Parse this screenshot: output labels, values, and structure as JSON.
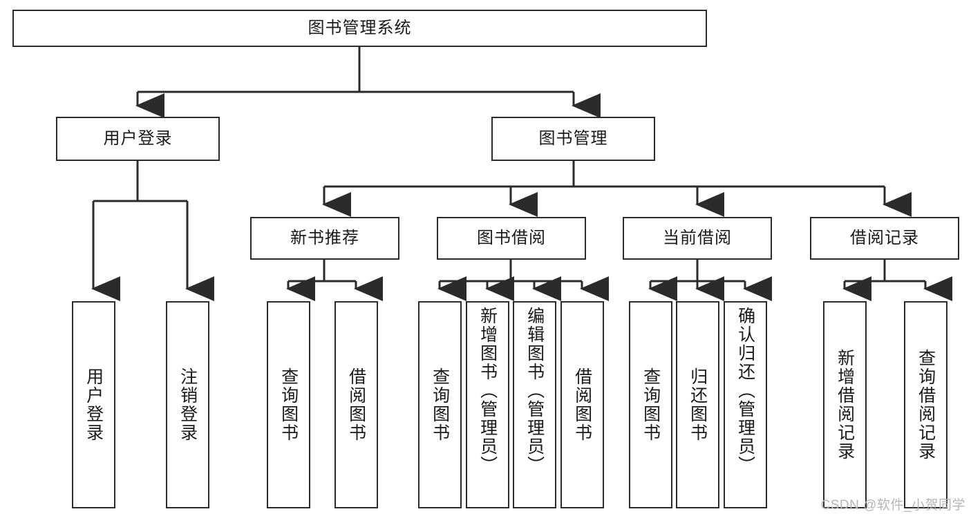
{
  "diagram": {
    "title": "图书管理系统",
    "type": "tree-hierarchy-diagram",
    "colors": {
      "box_border": "#2b2b2b",
      "box_fill": "#ffffff",
      "connector": "#2b2b2b",
      "text": "#1a1a1a",
      "watermark": "#b6b6b6",
      "background": "#ffffff"
    },
    "root": {
      "label": "图书管理系统"
    },
    "level2": [
      {
        "label": "用户登录"
      },
      {
        "label": "图书管理"
      }
    ],
    "level3": [
      {
        "label": "新书推荐"
      },
      {
        "label": "图书借阅"
      },
      {
        "label": "当前借阅"
      },
      {
        "label": "借阅记录"
      }
    ],
    "leaves": {
      "user_login": [
        {
          "label": "用户登录"
        },
        {
          "label": "注销登录"
        }
      ],
      "new_book_recommend": [
        {
          "label": "查询图书"
        },
        {
          "label": "借阅图书"
        }
      ],
      "book_borrow": [
        {
          "label": "查询图书"
        },
        {
          "label": "新增图书（管理员）"
        },
        {
          "label": "编辑图书（管理员）"
        },
        {
          "label": "借阅图书"
        }
      ],
      "current_borrow": [
        {
          "label": "查询图书"
        },
        {
          "label": "归还图书"
        },
        {
          "label": "确认归还（管理员）"
        }
      ],
      "borrow_record": [
        {
          "label": "新增借阅记录"
        },
        {
          "label": "查询借阅记录"
        }
      ]
    }
  },
  "watermark": {
    "text": "CSDN @软件_小贺同学"
  }
}
